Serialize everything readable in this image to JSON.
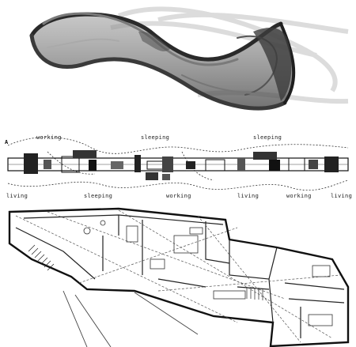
{
  "mobius": {
    "colors": {
      "band_dark": "#2a2a2a",
      "band_mid": "#6b6b6b",
      "band_light": "#c9c9c9",
      "ghost": "#dcdcdc"
    }
  },
  "section": {
    "section_marker": "A",
    "labels_top": [
      {
        "id": "working-top",
        "text": "working"
      },
      {
        "id": "sleeping-top-1",
        "text": "sleeping"
      },
      {
        "id": "sleeping-top-2",
        "text": "sleeping"
      }
    ],
    "labels_bottom": [
      {
        "id": "living-1",
        "text": "living"
      },
      {
        "id": "sleeping-bottom",
        "text": "sleeping"
      },
      {
        "id": "working-bottom-1",
        "text": "working"
      },
      {
        "id": "living-2",
        "text": "living"
      },
      {
        "id": "working-bottom-2",
        "text": "working"
      },
      {
        "id": "living-3",
        "text": "living"
      }
    ]
  },
  "plan": {
    "colors": {
      "wall": "#111111",
      "line": "#333333",
      "dash": "#555555"
    }
  }
}
